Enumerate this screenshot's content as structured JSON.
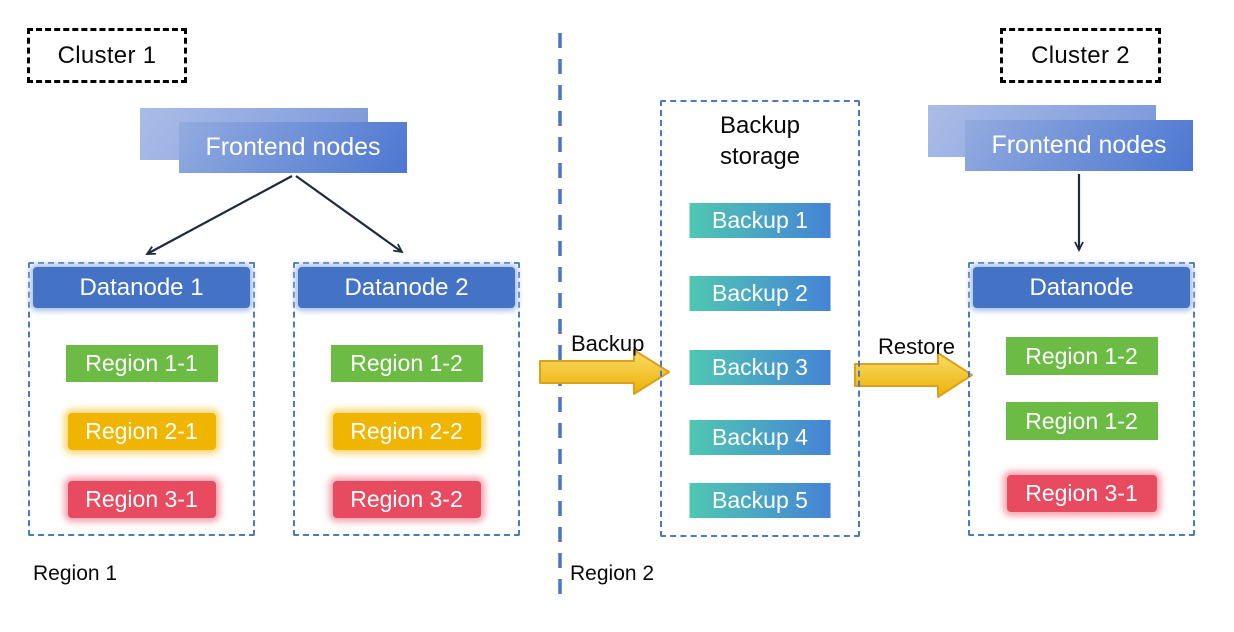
{
  "diagram": {
    "cluster1": {
      "label": "Cluster 1",
      "frontend": "Frontend nodes",
      "datanode1": {
        "title": "Datanode 1",
        "region1": "Region 1-1",
        "region2": "Region 2-1",
        "region3": "Region 3-1"
      },
      "datanode2": {
        "title": "Datanode 2",
        "region1": "Region 1-2",
        "region2": "Region 2-2",
        "region3": "Region 3-2"
      }
    },
    "backup_storage": {
      "title": "Backup storage",
      "items": [
        "Backup 1",
        "Backup 2",
        "Backup 3",
        "Backup 4",
        "Backup 5"
      ]
    },
    "flows": {
      "backup_label": "Backup",
      "restore_label": "Restore"
    },
    "cluster2": {
      "label": "Cluster 2",
      "frontend": "Frontend nodes",
      "datanode": {
        "title": "Datanode",
        "region1": "Region 1-2",
        "region2": "Region 1-2",
        "region3": "Region 3-1"
      }
    },
    "footers": {
      "region1": "Region 1",
      "region2": "Region 2"
    }
  },
  "colors": {
    "container-border": "#4a7ac2",
    "divider-blue": "#4a74c4",
    "datanode-blue": "#4472c4",
    "datanode-glow": "#aac1ea",
    "region-green": "#6cbb45",
    "region-yellow": "#f0b500",
    "region-yellow-glow": "#f8d878",
    "region-red": "#e84a5f",
    "region-red-glow": "#f4a3b0",
    "frontend-back-start": "#aabde8",
    "frontend-back-end": "#7b97da",
    "frontend-front-start": "#93abdf",
    "frontend-front-end": "#4c77d1",
    "backup-grad-start": "#4fc7b2",
    "backup-grad-end": "#4583d6",
    "block-arrow-light": "#f9dc6a",
    "block-arrow-deep": "#edb105",
    "block-arrow-border": "#dba11c",
    "thin-arrow": "#1c2b40"
  }
}
